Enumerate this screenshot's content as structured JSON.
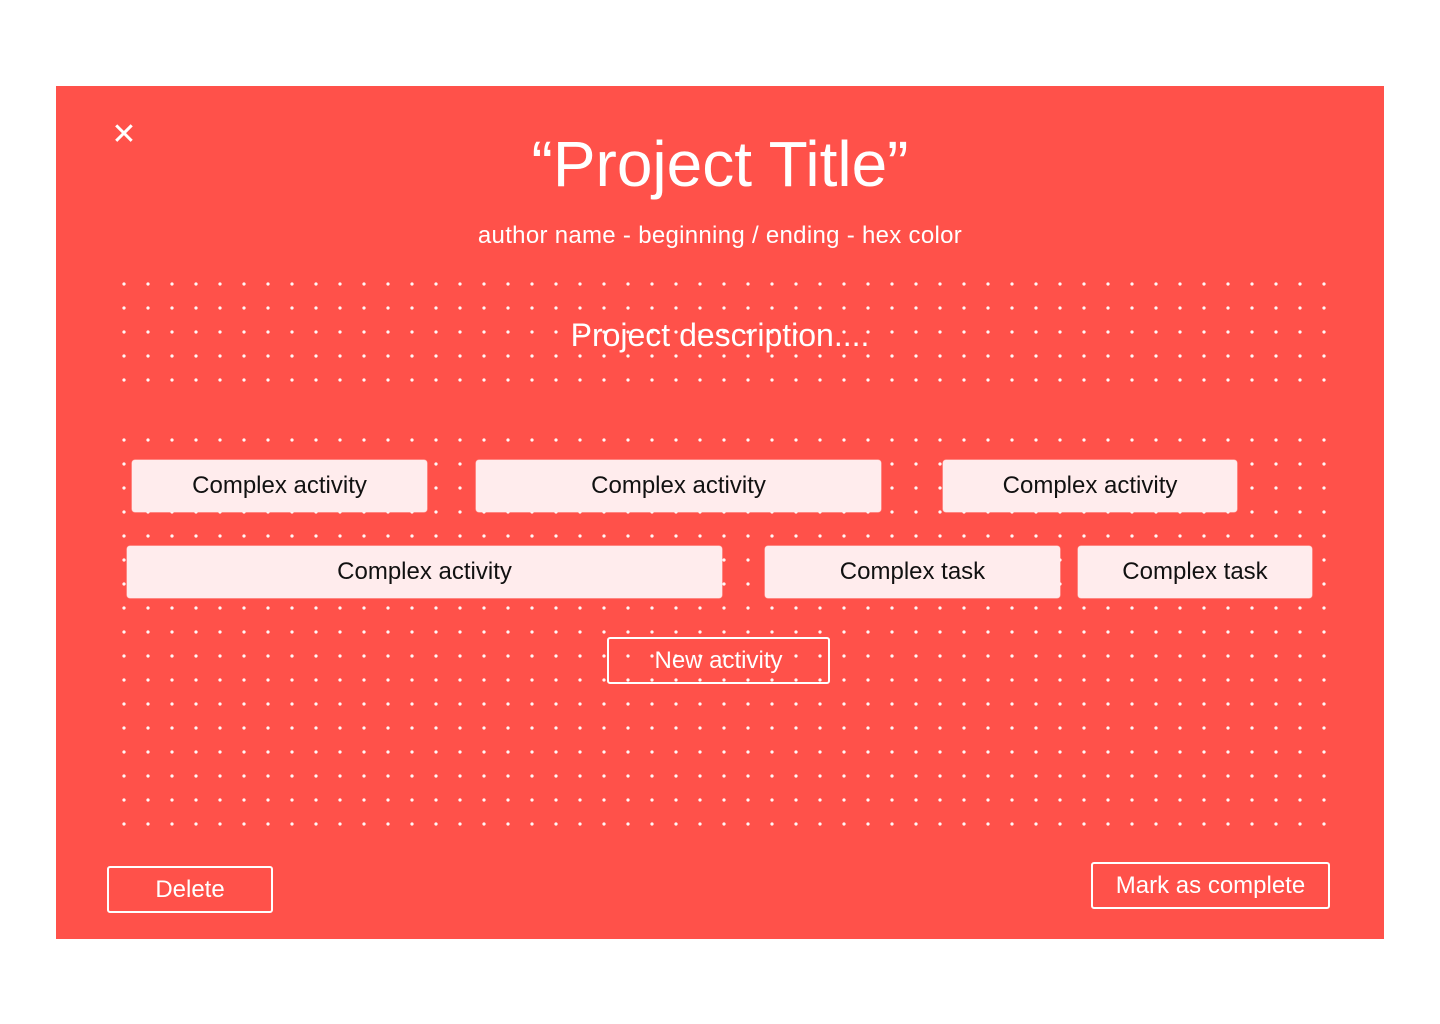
{
  "modal": {
    "close_glyph": "✕",
    "title": "“Project Title”",
    "meta": "author name - beginning / ending - hex color",
    "description": "Project description....",
    "background_color": "#ff514a",
    "card_color": "#ffeced"
  },
  "board": {
    "cards": [
      {
        "label": "Complex activity"
      },
      {
        "label": "Complex activity"
      },
      {
        "label": "Complex activity"
      },
      {
        "label": "Complex activity"
      },
      {
        "label": "Complex task"
      },
      {
        "label": "Complex task"
      }
    ],
    "new_activity_label": "New activity"
  },
  "footer": {
    "delete_label": "Delete",
    "complete_label": "Mark as complete"
  }
}
